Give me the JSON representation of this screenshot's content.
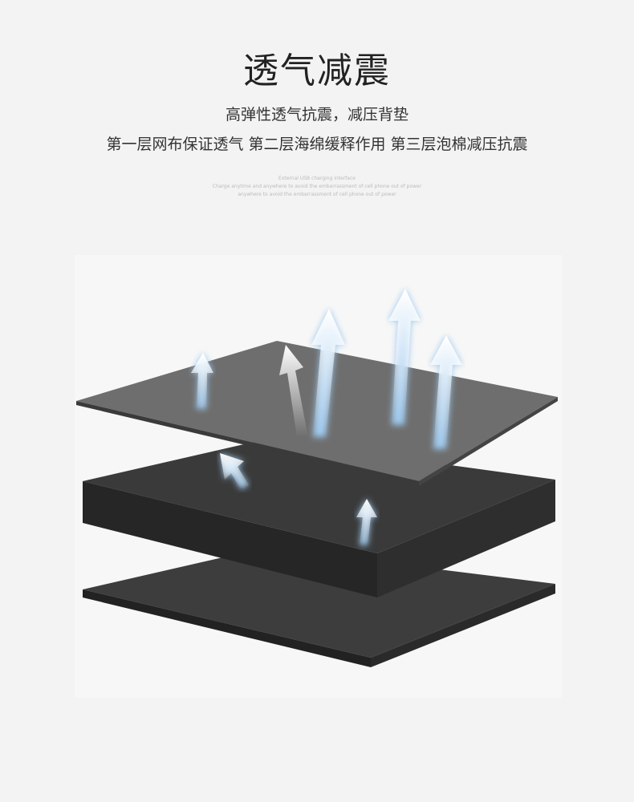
{
  "title": "透气减震",
  "subtitle_1": "高弹性透气抗震，减压背垫",
  "subtitle_2": "第一层网布保证透气 第二层海绵缓释作用 第三层泡棉减压抗震",
  "fine_print": [
    "External USB charging interface",
    "Charge anytime and anywhere to avoid the embarrassment of cell phone out of power",
    "anywhere to avoid the embarrassment of cell phone out of power"
  ],
  "colors": {
    "background": "#f3f3f3",
    "mesh": "#6b6b6b",
    "foam": "#333333",
    "bottom_foam": "#3a3a3a",
    "arrow_glow": "#9cc8ee"
  }
}
